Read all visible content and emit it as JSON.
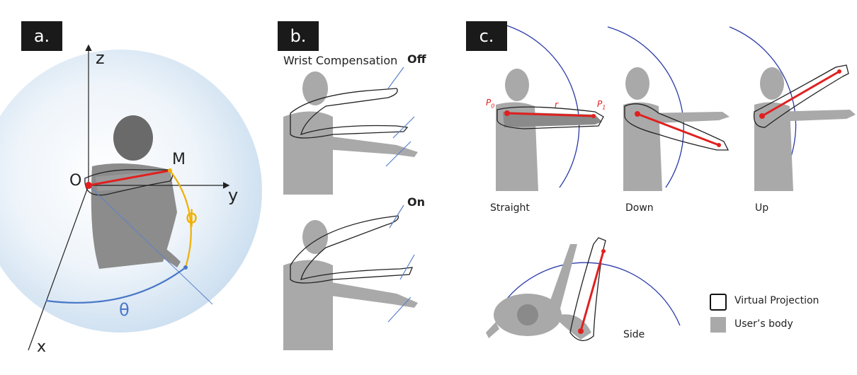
{
  "panels": {
    "a": {
      "tag": "a.",
      "axis_z": "z",
      "axis_y": "y",
      "axis_x": "x",
      "origin": "O",
      "point": "M",
      "phi": "ϕ",
      "theta": "θ"
    },
    "b": {
      "tag": "b.",
      "heading": "Wrist Compensation",
      "off": "Off",
      "on": "On"
    },
    "c": {
      "tag": "c.",
      "p0": "P",
      "p0_sub": "0",
      "p1": "P",
      "p1_sub": "1",
      "r": "r",
      "straight": "Straight",
      "down": "Down",
      "up": "Up",
      "side": "Side"
    }
  },
  "legend": {
    "virtual": "Virtual Projection",
    "body": "User’s body"
  },
  "colors": {
    "sphere": "#d6e6f4",
    "arc_blue": "#2a3aa8",
    "vector_red": "#e02020",
    "phi_orange": "#f0b000",
    "theta_blue": "#4a78c8",
    "body_grey": "#a9a9a9"
  }
}
